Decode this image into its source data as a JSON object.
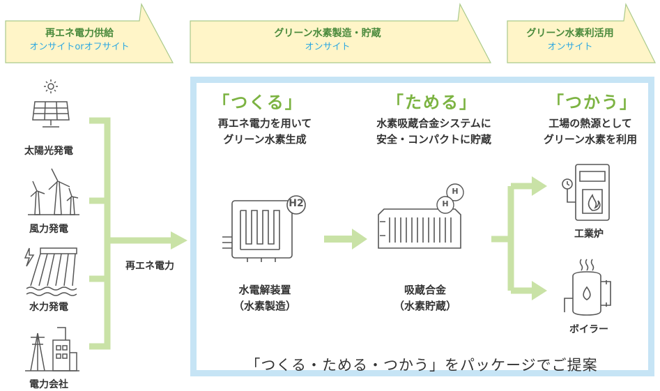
{
  "stages": [
    {
      "title": "再エネ電力供給",
      "subtitle": "オンサイトorオフサイト"
    },
    {
      "title": "グリーン水素製造・貯蔵",
      "subtitle": "オンサイト"
    },
    {
      "title": "グリーン水素利活用",
      "subtitle": "オンサイト"
    }
  ],
  "sources": [
    {
      "label": "太陽光発電",
      "icon": "solar-panel-icon"
    },
    {
      "label": "風力発電",
      "icon": "wind-turbine-icon"
    },
    {
      "label": "水力発電",
      "icon": "hydro-dam-icon"
    },
    {
      "label": "電力会社",
      "icon": "power-company-icon"
    }
  ],
  "power_label": "再エネ電力",
  "sections": [
    {
      "heading": "「つくる」",
      "desc_line1": "再エネ電力を用いて",
      "desc_line2": "グリーン水素生成"
    },
    {
      "heading": "「ためる」",
      "desc_line1": "水素吸蔵合金システムに",
      "desc_line2": "安全・コンパクトに貯蔵"
    },
    {
      "heading": "「つかう」",
      "desc_line1": "工場の熱源として",
      "desc_line2": "グリーン水素を利用"
    }
  ],
  "devices": {
    "electrolyzer": {
      "line1": "水電解装置",
      "line2": "（水素製造）",
      "badge": "H2"
    },
    "storage": {
      "line1": "吸蔵合金",
      "line2": "（水素貯蔵）",
      "atom": "H"
    },
    "furnace": {
      "label": "工業炉"
    },
    "boiler": {
      "label": "ボイラー"
    }
  },
  "footer": "「つくる・ためる・つかう」をパッケージでご提案",
  "colors": {
    "green": "#7cb342",
    "arrow": "#c9e2a6",
    "flag": "#fff5c8",
    "box_border": "#c6e4f5",
    "blue": "#2ea8e0",
    "icon": "#555555"
  }
}
